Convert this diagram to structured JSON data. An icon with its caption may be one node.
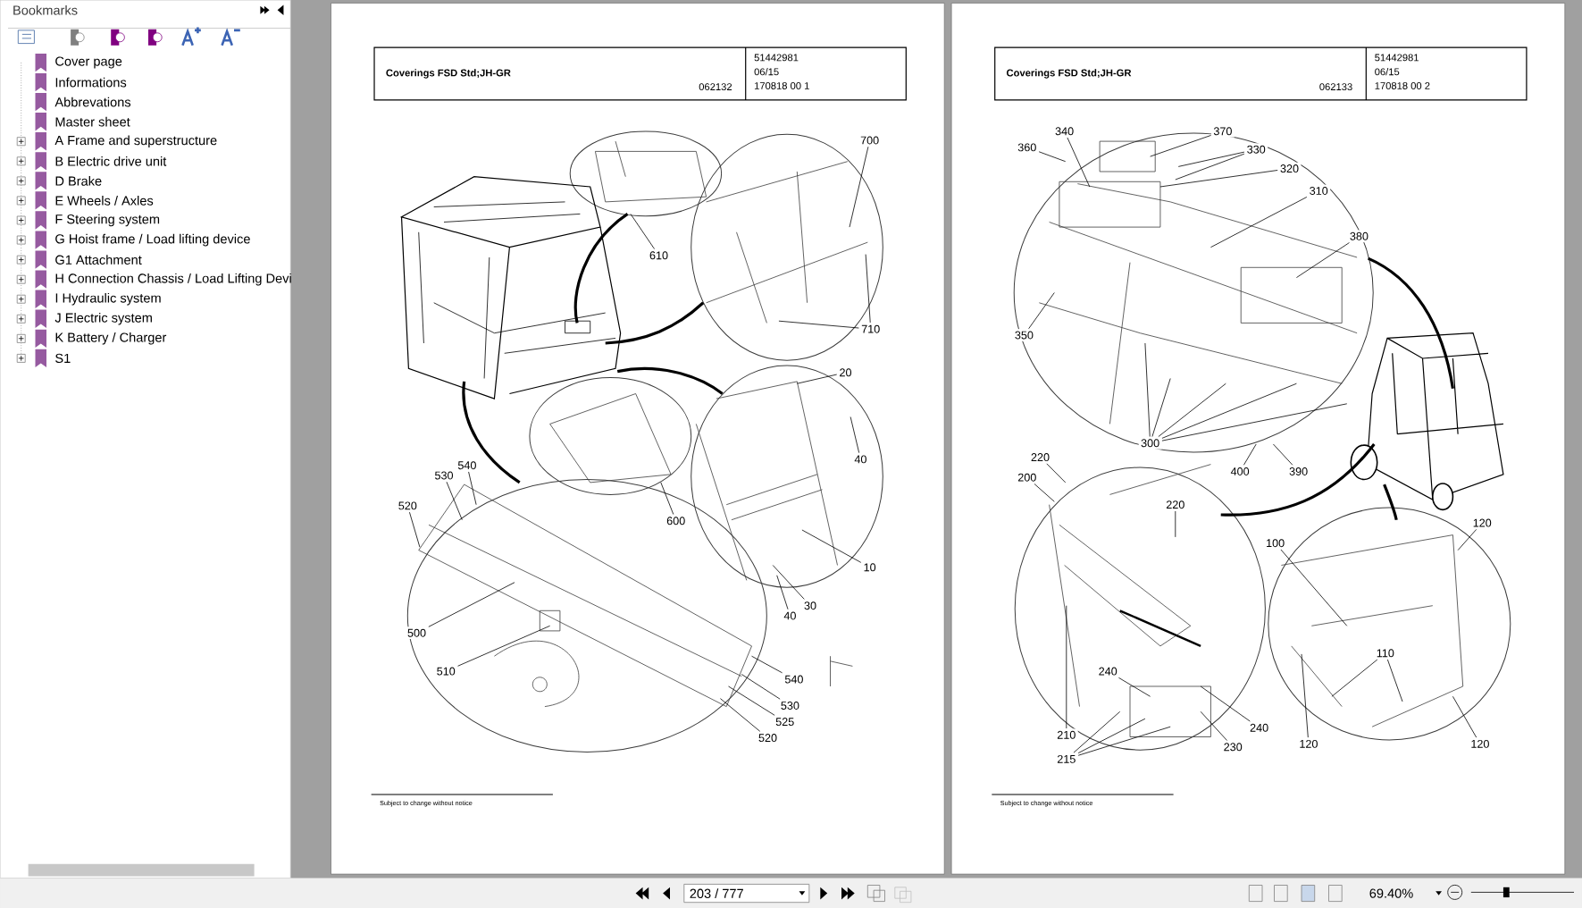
{
  "diagram": {
    "nodes": [
      {
        "text": [
          "700"
        ]
      },
      {
        "text": [
          "610"
        ]
      },
      {
        "text": [
          "710"
        ]
      },
      {
        "text": [
          "20"
        ]
      },
      {
        "text": [
          "40"
        ]
      },
      {
        "text": [
          "600"
        ]
      },
      {
        "text": [
          "10"
        ]
      },
      {
        "text": [
          "30"
        ]
      },
      {
        "text": [
          "40"
        ]
      },
      {
        "text": [
          "540"
        ]
      },
      {
        "text": [
          "530"
        ]
      },
      {
        "text": [
          "520"
        ]
      },
      {
        "text": [
          "500"
        ]
      },
      {
        "text": [
          "510"
        ]
      },
      {
        "text": [
          "540"
        ]
      },
      {
        "text": [
          "530"
        ]
      },
      {
        "text": [
          "525"
        ]
      },
      {
        "text": [
          "520"
        ]
      },
      {
        "text": [
          "340"
        ]
      },
      {
        "text": [
          "370"
        ]
      },
      {
        "text": [
          "360"
        ]
      },
      {
        "text": [
          "330"
        ]
      },
      {
        "text": [
          "320"
        ]
      },
      {
        "text": [
          "310"
        ]
      },
      {
        "text": [
          "380"
        ]
      },
      {
        "text": [
          "350"
        ]
      },
      {
        "text": [
          "300"
        ]
      },
      {
        "text": [
          "220"
        ]
      },
      {
        "text": [
          "400"
        ]
      },
      {
        "text": [
          "390"
        ]
      },
      {
        "text": [
          "200"
        ]
      },
      {
        "text": [
          "220"
        ]
      },
      {
        "text": [
          "120"
        ]
      },
      {
        "text": [
          "100"
        ]
      },
      {
        "text": [
          "110"
        ]
      },
      {
        "text": [
          "240"
        ]
      },
      {
        "text": [
          "240"
        ]
      },
      {
        "text": [
          "210"
        ]
      },
      {
        "text": [
          "120"
        ]
      },
      {
        "text": [
          "230"
        ]
      },
      {
        "text": [
          "215"
        ]
      },
      {
        "text": [
          "120"
        ]
      }
    ],
    "edges": [
      {
        "from": 0,
        "to": null,
        "arrow": "none"
      },
      {
        "from": 1,
        "to": null,
        "arrow": "none"
      },
      {
        "from": 2,
        "to": null,
        "arrow": "none"
      },
      {
        "from": 2,
        "to": null,
        "arrow": "none"
      },
      {
        "from": 3,
        "to": null,
        "arrow": "none"
      },
      {
        "from": 4,
        "to": null,
        "arrow": "none"
      },
      {
        "from": 5,
        "to": null,
        "arrow": "none"
      },
      {
        "from": 6,
        "to": null,
        "arrow": "none"
      },
      {
        "from": 7,
        "to": null,
        "arrow": "none"
      },
      {
        "from": 8,
        "to": null,
        "arrow": "none"
      },
      {
        "from": 9,
        "to": null,
        "arrow": "none"
      },
      {
        "from": 10,
        "to": null,
        "arrow": "none"
      },
      {
        "from": 11,
        "to": null,
        "arrow": "none"
      },
      {
        "from": 12,
        "to": null,
        "arrow": "none"
      },
      {
        "from": 13,
        "to": null,
        "arrow": "none"
      },
      {
        "from": 14,
        "to": null,
        "arrow": "none"
      },
      {
        "from": 15,
        "to": null,
        "arrow": "none"
      },
      {
        "from": 16,
        "to": null,
        "arrow": "none"
      },
      {
        "from": 17,
        "to": null,
        "arrow": "none"
      },
      {
        "from": 18,
        "to": null,
        "arrow": "none"
      },
      {
        "from": 19,
        "to": null,
        "arrow": "none"
      },
      {
        "from": 20,
        "to": null,
        "arrow": "none"
      },
      {
        "from": 21,
        "to": null,
        "arrow": "none"
      },
      {
        "from": 21,
        "to": null,
        "arrow": "none"
      },
      {
        "from": 22,
        "to": null,
        "arrow": "none"
      },
      {
        "from": 23,
        "to": null,
        "arrow": "none"
      },
      {
        "from": 24,
        "to": null,
        "arrow": "none"
      },
      {
        "from": 25,
        "to": null,
        "arrow": "none"
      },
      {
        "from": 26,
        "to": null,
        "arrow": "none"
      },
      {
        "from": 26,
        "to": null,
        "arrow": "none"
      },
      {
        "from": 26,
        "to": null,
        "arrow": "none"
      },
      {
        "from": 26,
        "to": null,
        "arrow": "none"
      },
      {
        "from": 26,
        "to": null,
        "arrow": "none"
      },
      {
        "from": 27,
        "to": null,
        "arrow": "none"
      },
      {
        "from": 28,
        "to": null,
        "arrow": "none"
      },
      {
        "from": 29,
        "to": null,
        "arrow": "none"
      },
      {
        "from": 30,
        "to": null,
        "arrow": "none"
      },
      {
        "from": 31,
        "to": null,
        "arrow": "none"
      },
      {
        "from": 32,
        "to": null,
        "arrow": "none"
      },
      {
        "from": 33,
        "to": null,
        "arrow": "none"
      },
      {
        "from": 34,
        "to": null,
        "arrow": "none"
      },
      {
        "from": 34,
        "to": null,
        "arrow": "none"
      },
      {
        "from": 35,
        "to": null,
        "arrow": "none"
      },
      {
        "from": 36,
        "to": null,
        "arrow": "none"
      },
      {
        "from": 37,
        "to": null,
        "arrow": "none"
      },
      {
        "from": 38,
        "to": null,
        "arrow": "none"
      },
      {
        "from": 39,
        "to": null,
        "arrow": "none"
      },
      {
        "from": 40,
        "to": null,
        "arrow": "none"
      },
      {
        "from": 40,
        "to": null,
        "arrow": "none"
      },
      {
        "from": 40,
        "to": null,
        "arrow": "none"
      },
      {
        "from": 41,
        "to": null,
        "arrow": "none"
      }
    ],
    "labels": [
      "Bookmarks",
      "Cover page",
      "Informations",
      "Abbrevations",
      "Master sheet",
      "A Frame and superstructure",
      "B Electric drive unit",
      "D Brake",
      "E Wheels / Axles",
      "F Steering system",
      "G Hoist frame / Load lifting device",
      "G1 Attachment",
      "H Connection Chassis / Load Lifting Devi",
      "I Hydraulic system",
      "J Electric system",
      "K Battery / Charger",
      "S1",
      "Coverings FSD Std;JH-GR",
      "062132",
      "51442981",
      "06/15",
      "170818 00 1",
      "Coverings FSD Std;JH-GR",
      "062133",
      "51442981",
      "06/15",
      "170818 00 2",
      "Subject to change without notice",
      "Subject to change without notice",
      "203 / 777",
      "69.40%"
    ]
  }
}
